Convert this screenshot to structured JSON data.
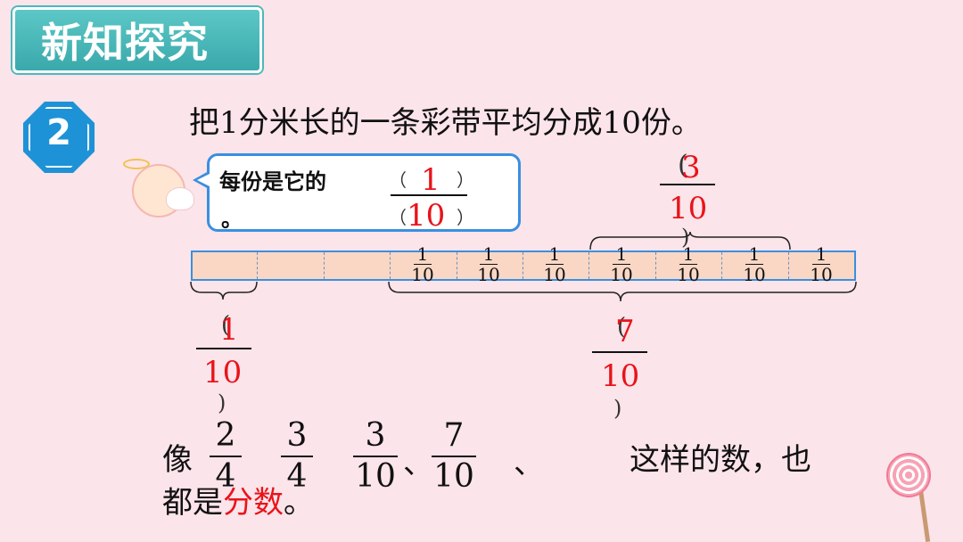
{
  "banner": {
    "title": "新知探究"
  },
  "example_number": "2",
  "problem": "把1分米长的一条彩带平均分成10份。",
  "bubble": {
    "line1": "每份是它的",
    "line2": "。",
    "numerator": "1",
    "denominator": "10",
    "paren_open": "（",
    "paren_close": "）"
  },
  "strip": {
    "labels": [
      {
        "num": "1",
        "den": "10"
      },
      {
        "num": "1",
        "den": "10"
      },
      {
        "num": "1",
        "den": "10"
      },
      {
        "num": "1",
        "den": "10"
      },
      {
        "num": "1",
        "den": "10"
      },
      {
        "num": "1",
        "den": "10"
      },
      {
        "num": "1",
        "den": "10"
      }
    ]
  },
  "top_answer": {
    "paren_open": "(",
    "numerator": "3",
    "denominator": "10",
    "paren_close": ")"
  },
  "left_answer": {
    "paren_open": "(",
    "numerator": "1",
    "denominator": "10",
    "paren_close": ")"
  },
  "mid_answer": {
    "paren_open": "(",
    "numerator": "7",
    "denominator": "10",
    "paren_close": ")"
  },
  "bottom": {
    "prefix": "像",
    "fractions": [
      {
        "num": "2",
        "den": "4"
      },
      {
        "num": "3",
        "den": "4"
      },
      {
        "num": "3",
        "den": "10"
      },
      {
        "num": "7",
        "den": "10"
      }
    ],
    "sep": "、",
    "suffix": "这样的数，也",
    "line2_start": "都是",
    "highlight": "分数",
    "line2_end": "。"
  },
  "colors": {
    "accent": "#1e92d7",
    "answer": "#e8141a",
    "banner": "#4bb9ba",
    "strip_fill": "#fad7c4"
  }
}
